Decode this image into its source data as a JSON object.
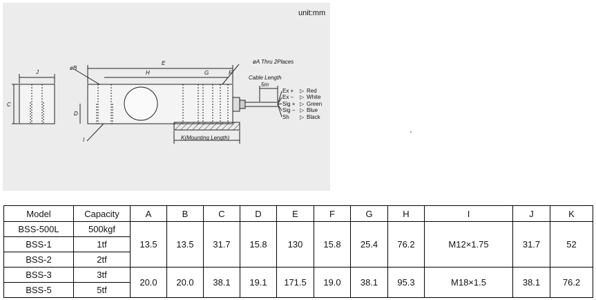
{
  "drawing": {
    "unit_label": "unit:mm",
    "dims": {
      "E": "E",
      "H": "H",
      "G": "G",
      "F": "F",
      "J": "J",
      "C": "C",
      "D": "D",
      "B": "øB",
      "I": "I",
      "A": "øA  Thru 2Places",
      "cable_length": "Cable Length",
      "cable_value": "5m",
      "K": "K(Mounting Length)"
    },
    "wires": [
      {
        "signal": "Ex +",
        "color": "Red"
      },
      {
        "signal": "Ex −",
        "color": "White"
      },
      {
        "signal": "Sig +",
        "color": "Green"
      },
      {
        "signal": "Sig −",
        "color": "Blue"
      },
      {
        "signal": "Sh",
        "color": "Black"
      }
    ]
  },
  "table": {
    "headers": [
      "Model",
      "Capacity",
      "A",
      "B",
      "C",
      "D",
      "E",
      "F",
      "G",
      "H",
      "I",
      "J",
      "K"
    ],
    "models": [
      {
        "model": "BSS-500L",
        "capacity": "500kgf"
      },
      {
        "model": "BSS-1",
        "capacity": "1tf"
      },
      {
        "model": "BSS-2",
        "capacity": "2tf"
      },
      {
        "model": "BSS-3",
        "capacity": "3tf"
      },
      {
        "model": "BSS-5",
        "capacity": "5tf"
      }
    ],
    "groups": [
      {
        "A": "13.5",
        "B": "13.5",
        "C": "31.7",
        "D": "15.8",
        "E": "130",
        "F": "15.8",
        "G": "25.4",
        "H": "76.2",
        "I": "M12×1.75",
        "J": "31.7",
        "K": "52"
      },
      {
        "A": "20.0",
        "B": "20.0",
        "C": "38.1",
        "D": "19.1",
        "E": "171.5",
        "F": "19.0",
        "G": "38.1",
        "H": "95.3",
        "I": "M18×1.5",
        "J": "38.1",
        "K": "76.2"
      }
    ]
  }
}
